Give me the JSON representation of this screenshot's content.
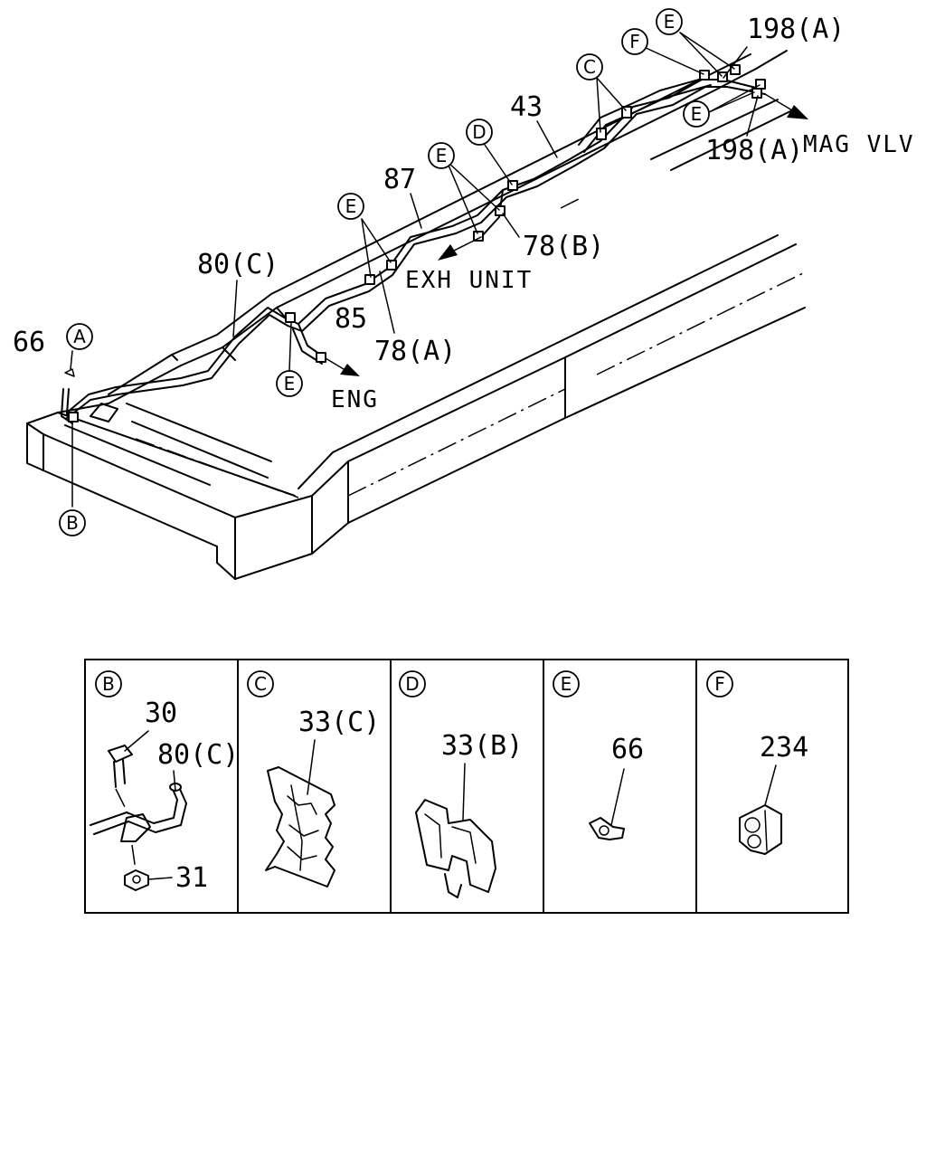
{
  "callouts": {
    "A": "A",
    "B": "B",
    "C": "C",
    "D": "D",
    "E": "E",
    "F": "F"
  },
  "main_labels": {
    "p66": "66",
    "p80c": "80(C)",
    "p85": "85",
    "p78a": "78(A)",
    "p87": "87",
    "p78b": "78(B)",
    "p43": "43",
    "p198a_top": "198(A)",
    "p198a_bot": "198(A)",
    "eng": "ENG",
    "exh_unit": "EXH UNIT",
    "mag_vlv": "MAG VLV"
  },
  "detail_panels": [
    {
      "letter": "B",
      "parts": [
        "30",
        "80(C)",
        "31"
      ]
    },
    {
      "letter": "C",
      "parts": [
        "33(C)"
      ]
    },
    {
      "letter": "D",
      "parts": [
        "33(B)"
      ]
    },
    {
      "letter": "E",
      "parts": [
        "66"
      ]
    },
    {
      "letter": "F",
      "parts": [
        "234"
      ]
    }
  ]
}
